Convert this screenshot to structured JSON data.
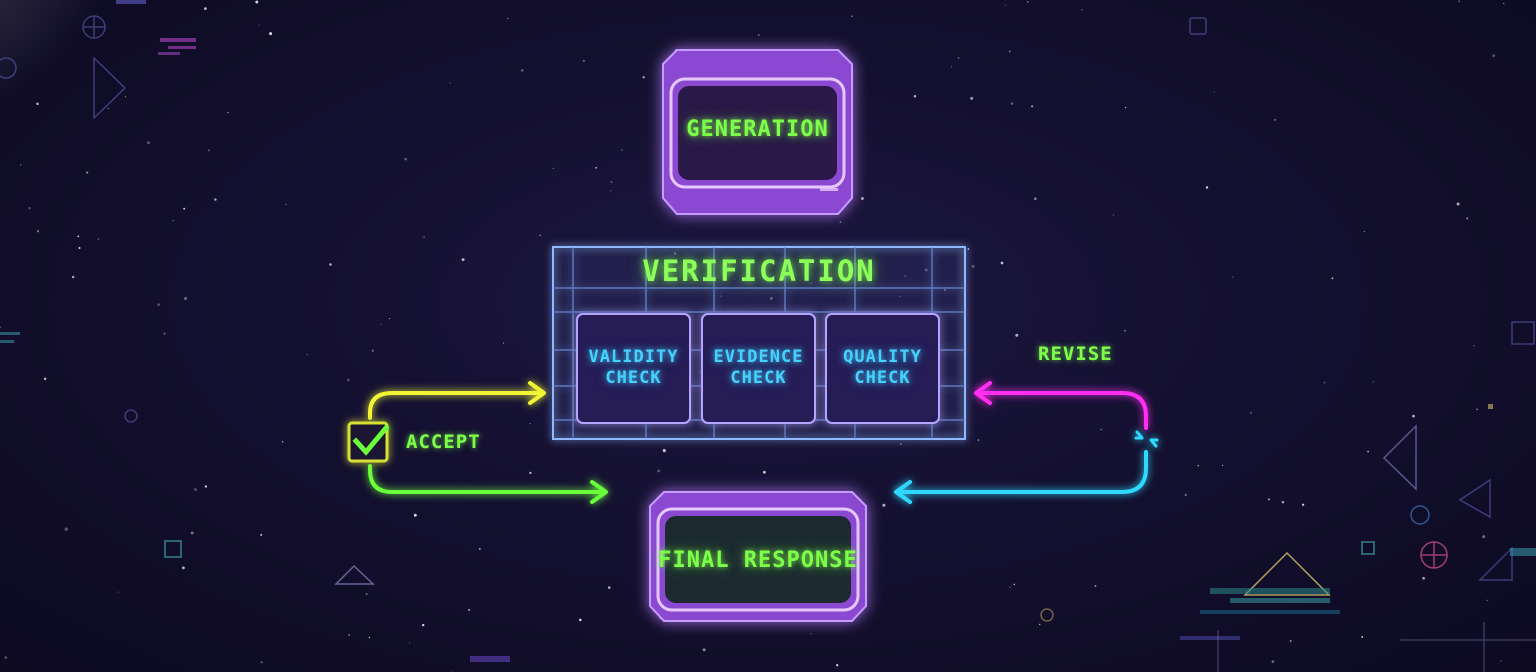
{
  "nodes": {
    "generation": "GENERATION",
    "verification": "VERIFICATION",
    "final_response": "FINAL RESPONSE"
  },
  "checks": [
    {
      "label": "VALIDITY\nCHECK"
    },
    {
      "label": "EVIDENCE\nCHECK"
    },
    {
      "label": "QUALITY\nCHECK"
    }
  ],
  "paths": {
    "accept": "ACCEPT",
    "revise": "REVISE"
  },
  "colors": {
    "accept_top": "#f2f534",
    "accept_bottom": "#6bff3a",
    "revise_top": "#ff2ef0",
    "revise_bottom": "#2fd8ff",
    "connector": "#ff3ad8",
    "screen_frame": "#9d5ee8",
    "grid": "#8fb8ff",
    "text_green": "#7dff4a",
    "text_cyan": "#45d2ff"
  }
}
